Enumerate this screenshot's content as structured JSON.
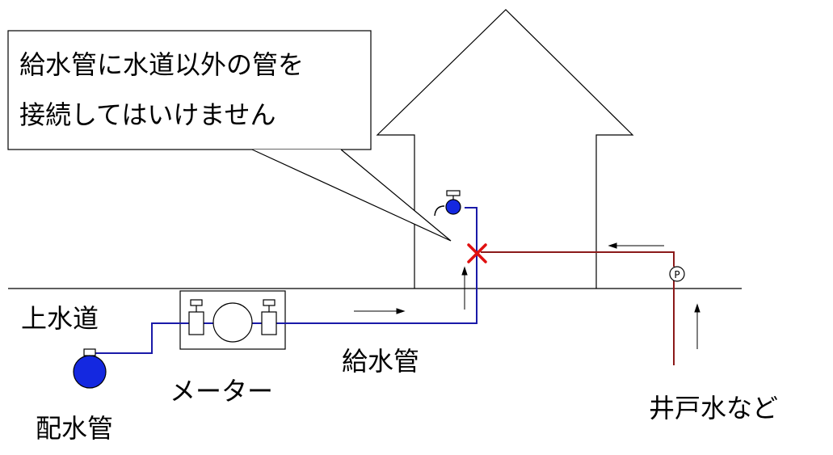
{
  "callout": {
    "line1": "給水管に水道以外の管を",
    "line2": "接続してはいけません"
  },
  "labels": {
    "water_main_supply": "上水道",
    "distribution_pipe": "配水管",
    "meter": "メーター",
    "service_pipe": "給水管",
    "well_water": "井戸水など",
    "pump_symbol": "P"
  },
  "colors": {
    "service_pipe": "#1a1aa8",
    "well_pipe": "#8b1a1a",
    "prohibited_mark": "#e01010",
    "valve_fill": "#1428e0",
    "outline": "#000000"
  }
}
